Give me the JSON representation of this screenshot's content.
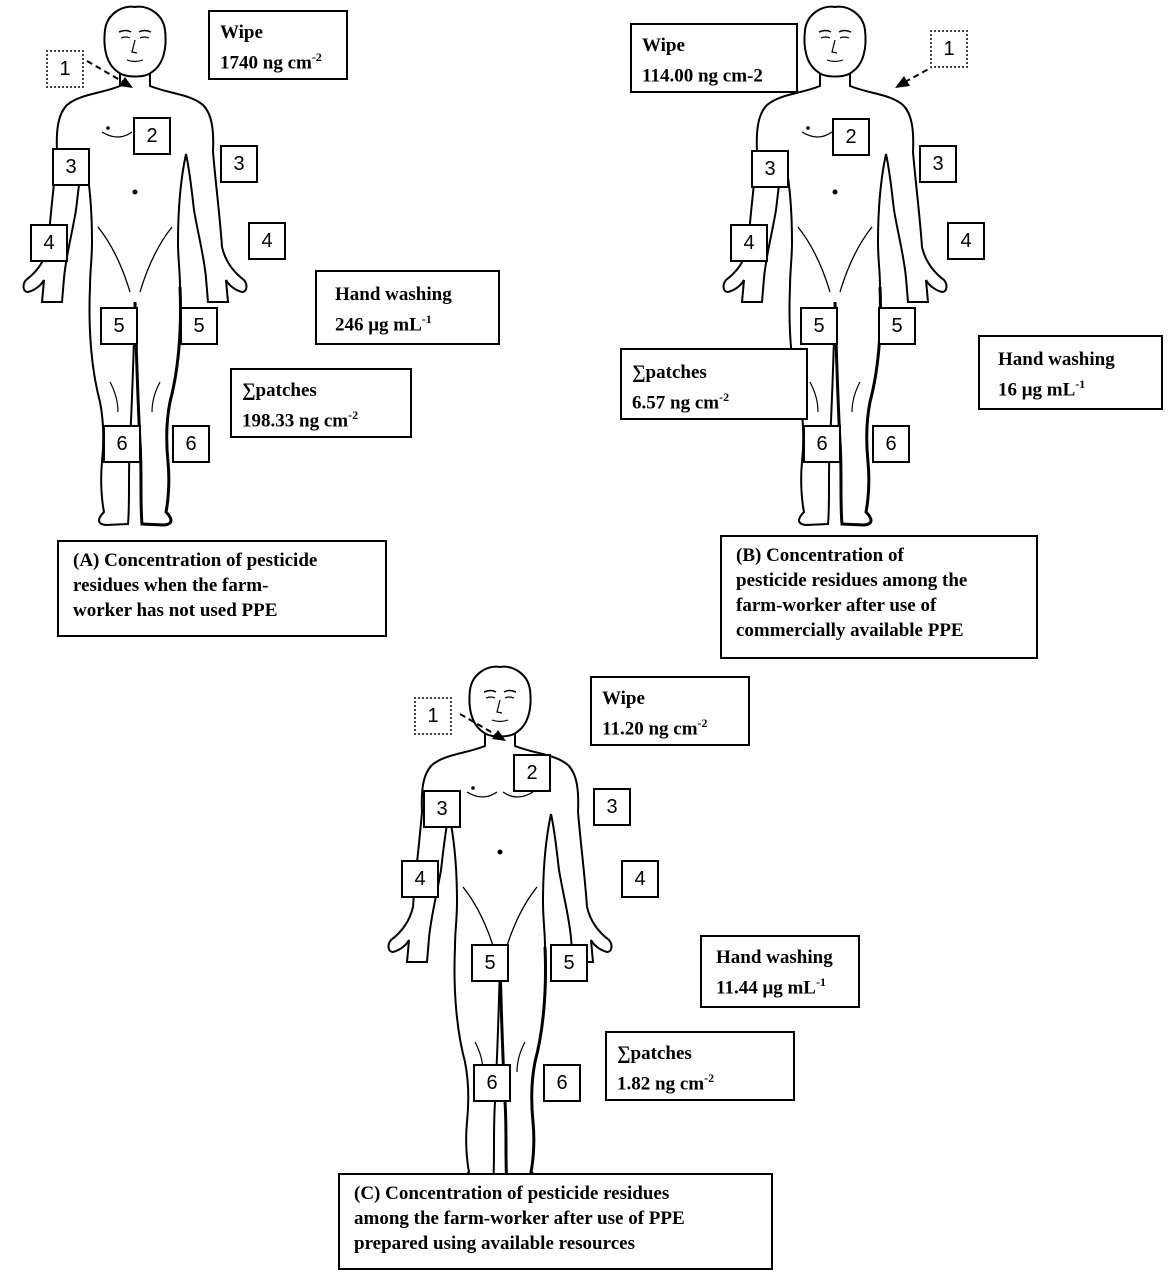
{
  "panels": [
    {
      "id": "A",
      "wipe": {
        "label": "Wipe",
        "value": "1740 ng cm",
        "sup": "-2"
      },
      "hand": {
        "label": "Hand washing",
        "value": "246 μg mL",
        "sup": "-1"
      },
      "patches": {
        "label": "∑patches",
        "value": "198.33 ng cm",
        "sup": "-2"
      },
      "caption": [
        "(A) Concentration of pesticide",
        "residues when the farm-",
        "worker has not used PPE"
      ]
    },
    {
      "id": "B",
      "wipe": {
        "label": "Wipe",
        "value": "114.00 ng cm-2",
        "sup": ""
      },
      "hand": {
        "label": "Hand washing",
        "value": "16 μg mL",
        "sup": "-1"
      },
      "patches": {
        "label": "∑patches",
        "value": "6.57 ng cm",
        "sup": "-2"
      },
      "caption": [
        "(B) Concentration of",
        "pesticide residues among the",
        "farm-worker after use of",
        "commercially available PPE"
      ]
    },
    {
      "id": "C",
      "wipe": {
        "label": "Wipe",
        "value": "11.20 ng cm",
        "sup": "-2"
      },
      "hand": {
        "label": "Hand washing",
        "value": "11.44 μg mL",
        "sup": "-1"
      },
      "patches": {
        "label": "∑patches",
        "value": "1.82 ng cm",
        "sup": "-2"
      },
      "caption": [
        "(C) Concentration of pesticide residues",
        "among the farm-worker after use of PPE",
        "prepared using available resources"
      ]
    }
  ],
  "site_numbers": [
    "1",
    "2",
    "3",
    "4",
    "5",
    "6"
  ]
}
